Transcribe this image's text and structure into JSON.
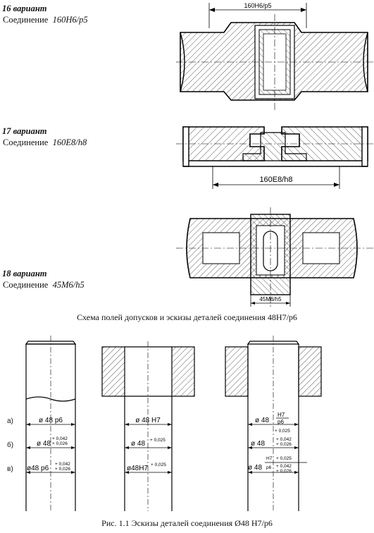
{
  "variants": [
    {
      "title": "16 вариант",
      "label": "Соединение",
      "fit": "160H6/p5"
    },
    {
      "title": "17 вариант",
      "label": "Соединение",
      "fit": "160E8/h8"
    },
    {
      "title": "18 вариант",
      "label": "Соединение",
      "fit": "45M6/h5"
    }
  ],
  "figures": {
    "fig16_dim": "160H6/p5",
    "fig17_dim": "160E8/h8",
    "fig18_dim": "45M6/h5"
  },
  "mid_caption": "Схема полей допусков и эскизы деталей соединения 48H7/p6",
  "rows": {
    "a": "а)",
    "b": "б)",
    "c": "в)"
  },
  "shaft": {
    "a": "ø 48 p6",
    "b_base": "ø 48",
    "b_upper": "+ 0,042",
    "b_lower": "+ 0,026",
    "c_base": "ø48 p6",
    "c_upper": "+ 0,042",
    "c_lower": "+ 0,026"
  },
  "hole": {
    "a": "ø 48 H7",
    "b_base": "ø 48",
    "b_upper": "+ 0,025",
    "c_base": "ø48H7",
    "c_upper": "+ 0,025"
  },
  "assembly": {
    "a_base": "ø 48",
    "a_num": "H7",
    "a_den": "p6",
    "b_base": "ø 48",
    "b_top": "+ 0,025",
    "b_upper": "+ 0,042",
    "b_lower": "+ 0,026",
    "c_base": "ø 48",
    "c_num": "H7",
    "c_num_dev": "+ 0,025",
    "c_den": "p6",
    "c_den_upper": "+ 0,042",
    "c_den_lower": "+ 0,026"
  },
  "bottom_caption": "Рис. 1.1 Эскизы деталей соединения Ø48 H7/p6"
}
